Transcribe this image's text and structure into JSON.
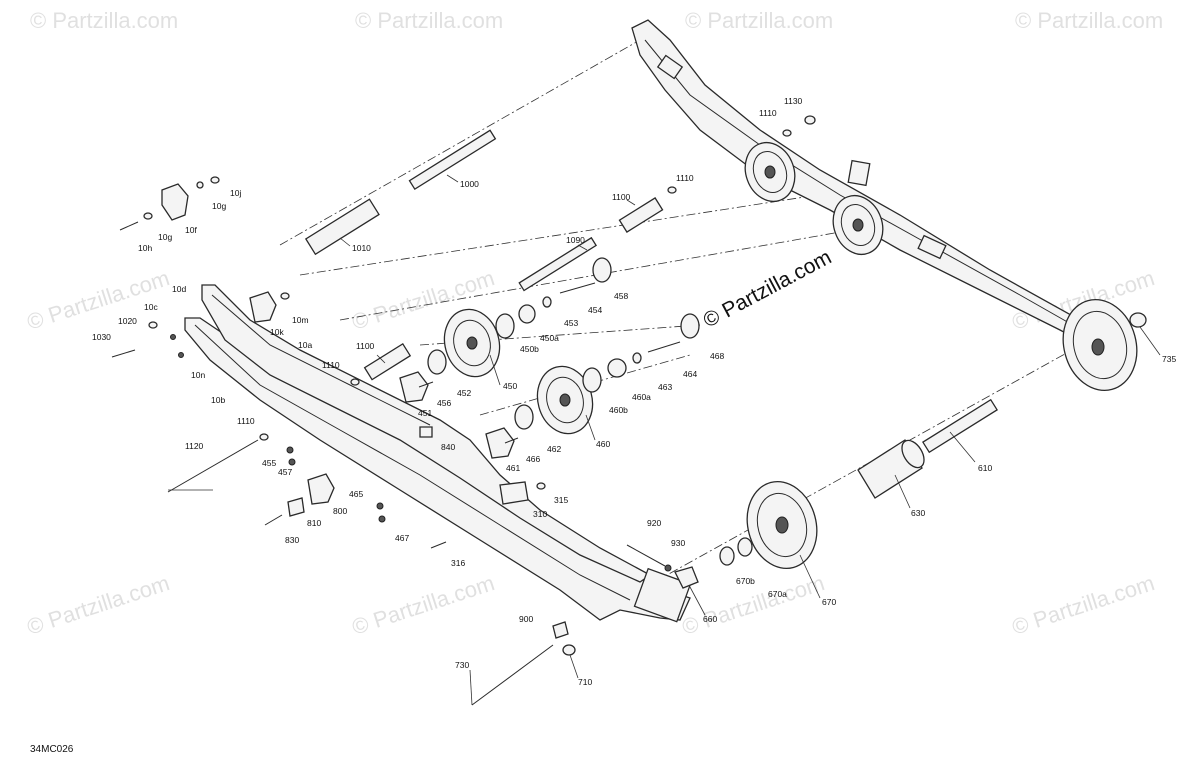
{
  "diagram_code": "34MC026",
  "watermark_main": "© Partzilla.com",
  "watermark_faint": "© Partzilla.com",
  "labels": [
    {
      "id": "1000"
    },
    {
      "id": "1010"
    },
    {
      "id": "1090"
    },
    {
      "id": "1100a",
      "text": "1100"
    },
    {
      "id": "1100b",
      "text": "1100"
    },
    {
      "id": "1110a",
      "text": "1110"
    },
    {
      "id": "1110b",
      "text": "1110"
    },
    {
      "id": "1110c",
      "text": "1110"
    },
    {
      "id": "1110d",
      "text": "1110"
    },
    {
      "id": "1130"
    },
    {
      "id": "1120"
    },
    {
      "id": "1020"
    },
    {
      "id": "1030"
    },
    {
      "id": "10j"
    },
    {
      "id": "10g1",
      "text": "10g"
    },
    {
      "id": "10g2",
      "text": "10g"
    },
    {
      "id": "10h"
    },
    {
      "id": "10f"
    },
    {
      "id": "10d"
    },
    {
      "id": "10c"
    },
    {
      "id": "10k"
    },
    {
      "id": "10m"
    },
    {
      "id": "10a"
    },
    {
      "id": "10n"
    },
    {
      "id": "10b"
    },
    {
      "id": "450"
    },
    {
      "id": "450a"
    },
    {
      "id": "450b"
    },
    {
      "id": "451"
    },
    {
      "id": "452"
    },
    {
      "id": "453"
    },
    {
      "id": "454"
    },
    {
      "id": "455"
    },
    {
      "id": "456"
    },
    {
      "id": "457"
    },
    {
      "id": "458"
    },
    {
      "id": "460"
    },
    {
      "id": "460a"
    },
    {
      "id": "460b"
    },
    {
      "id": "461"
    },
    {
      "id": "462"
    },
    {
      "id": "463"
    },
    {
      "id": "464"
    },
    {
      "id": "465"
    },
    {
      "id": "466"
    },
    {
      "id": "467"
    },
    {
      "id": "468"
    },
    {
      "id": "310"
    },
    {
      "id": "315"
    },
    {
      "id": "316"
    },
    {
      "id": "610"
    },
    {
      "id": "630"
    },
    {
      "id": "660"
    },
    {
      "id": "670"
    },
    {
      "id": "670a"
    },
    {
      "id": "670b"
    },
    {
      "id": "710"
    },
    {
      "id": "730"
    },
    {
      "id": "735"
    },
    {
      "id": "800"
    },
    {
      "id": "810"
    },
    {
      "id": "830"
    },
    {
      "id": "840"
    },
    {
      "id": "900"
    },
    {
      "id": "920"
    },
    {
      "id": "930"
    }
  ]
}
